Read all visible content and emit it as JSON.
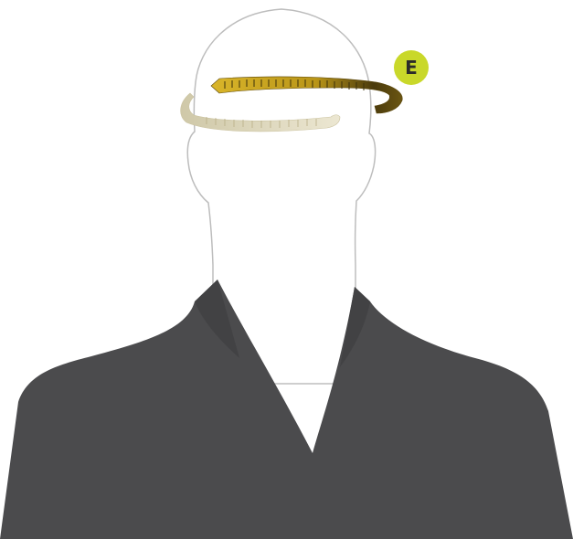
{
  "badge": {
    "letter": "E",
    "background": "#c9d82a",
    "text_color": "#2b2b2b"
  },
  "colors": {
    "shirt": "#4b4b4d",
    "silhouette_outline": "#bdbdbd",
    "tape_front": "#c9a21a",
    "tape_front_dark": "#3a2f0a",
    "tape_back": "#e2dcc2"
  },
  "illustration": {
    "subject": "person-silhouette",
    "measuring_tape": "tape-measure-around-head"
  }
}
